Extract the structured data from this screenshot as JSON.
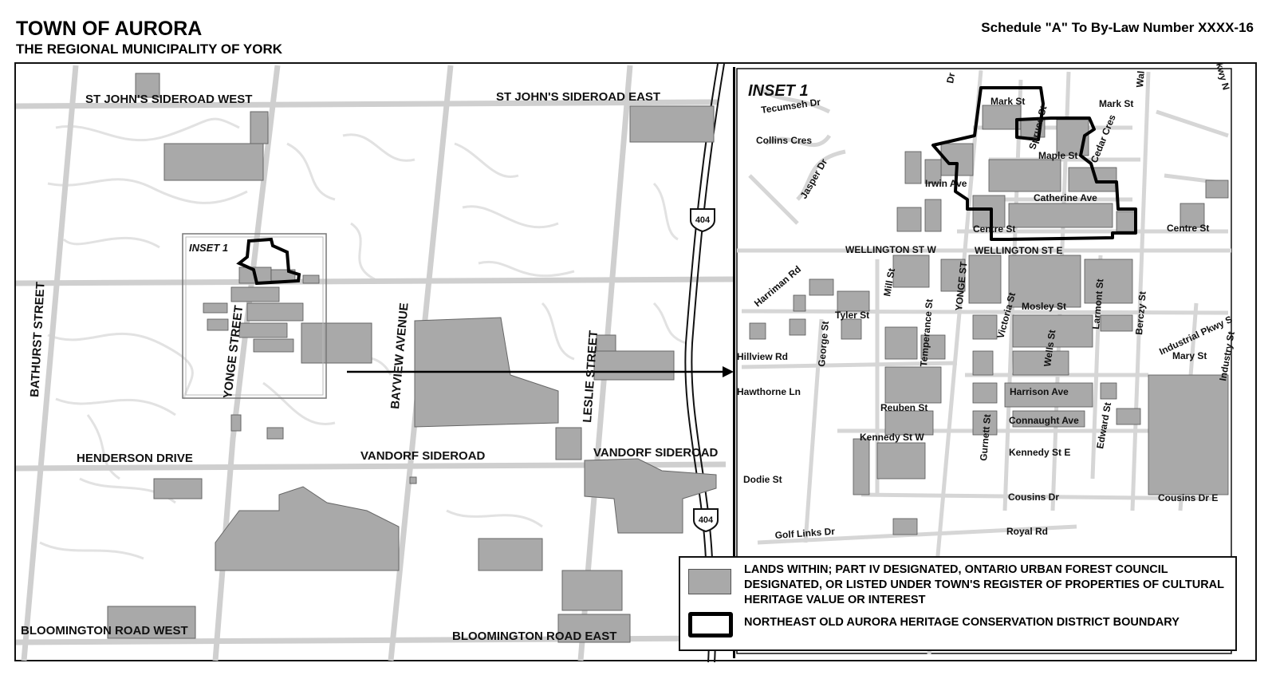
{
  "header": {
    "title": "TOWN OF AURORA",
    "subtitle": "THE REGIONAL MUNICIPALITY OF YORK",
    "schedule": "Schedule \"A\" To By-Law Number XXXX-16"
  },
  "main_map": {
    "roads": {
      "st_johns_west": "ST JOHN'S SIDEROAD WEST",
      "st_johns_east": "ST JOHN'S SIDEROAD EAST",
      "bathurst": "BATHURST STREET",
      "yonge": "YONGE STREET",
      "bayview": "BAYVIEW AVENUE",
      "leslie": "LESLIE STREET",
      "henderson": "HENDERSON DRIVE",
      "vandorf_west": "VANDORF SIDEROAD",
      "vandorf_east": "VANDORF SIDEROAD",
      "bloomington_west": "BLOOMINGTON ROAD WEST",
      "bloomington_east": "BLOOMINGTON ROAD EAST"
    },
    "highway_shield": "404",
    "inset_label": "INSET 1"
  },
  "inset": {
    "title": "INSET 1",
    "streets": {
      "tecumseh": "Tecumseh Dr",
      "collins": "Collins Cres",
      "jasper": "Jasper Dr",
      "mark_w": "Mark St",
      "mark_e": "Mark St",
      "spruce": "Spruce St",
      "maple": "Maple St",
      "cedar": "Cedar Cres",
      "irwin": "Irwin Ave",
      "catherine": "Catherine Ave",
      "centre_w": "Centre St",
      "centre_e": "Centre St",
      "wellington_w": "WELLINGTON ST W",
      "wellington_e": "WELLINGTON ST E",
      "harriman": "Harriman Rd",
      "mill": "Mill St",
      "tyler": "Tyler St",
      "george": "George St",
      "temperance": "Temperance St",
      "yonge": "YONGE ST",
      "victoria": "Victoria St",
      "mosley": "Mosley St",
      "larmont": "Larmont St",
      "berczy": "Berczy St",
      "industrial_pkwy_s": "Industrial Pkwy S",
      "industry": "Industry St",
      "mary": "Mary St",
      "wells": "Wells St",
      "hillview": "Hillview Rd",
      "hawthorne": "Hawthorne Ln",
      "harrison": "Harrison Ave",
      "reuben": "Reuben St",
      "connaught": "Connaught Ave",
      "gurnett": "Gurnett St",
      "edward": "Edward St",
      "kennedy_w": "Kennedy St W",
      "kennedy_e": "Kennedy St E",
      "dodie": "Dodie St",
      "cousins": "Cousins Dr",
      "cousins_e": "Cousins Dr E",
      "golf_links": "Golf Links Dr",
      "royal": "Royal Rd",
      "dr_top": "Dr",
      "wal_top": "Wal",
      "kwy_top": "kwy N"
    }
  },
  "legend": {
    "items": [
      {
        "label": "LANDS WITHIN; PART IV DESIGNATED, ONTARIO URBAN FOREST COUNCIL DESIGNATED, OR LISTED UNDER TOWN'S REGISTER OF PROPERTIES OF CULTURAL HERITAGE VALUE OR INTEREST",
        "symbol": "grey-fill"
      },
      {
        "label": "NORTHEAST OLD AURORA HERITAGE CONSERVATION  DISTRICT BOUNDARY",
        "symbol": "bold-black-outline"
      }
    ]
  },
  "colors": {
    "land_fill": "#a9a9a9",
    "road": "#d2d2d2",
    "boundary": "#000000"
  }
}
